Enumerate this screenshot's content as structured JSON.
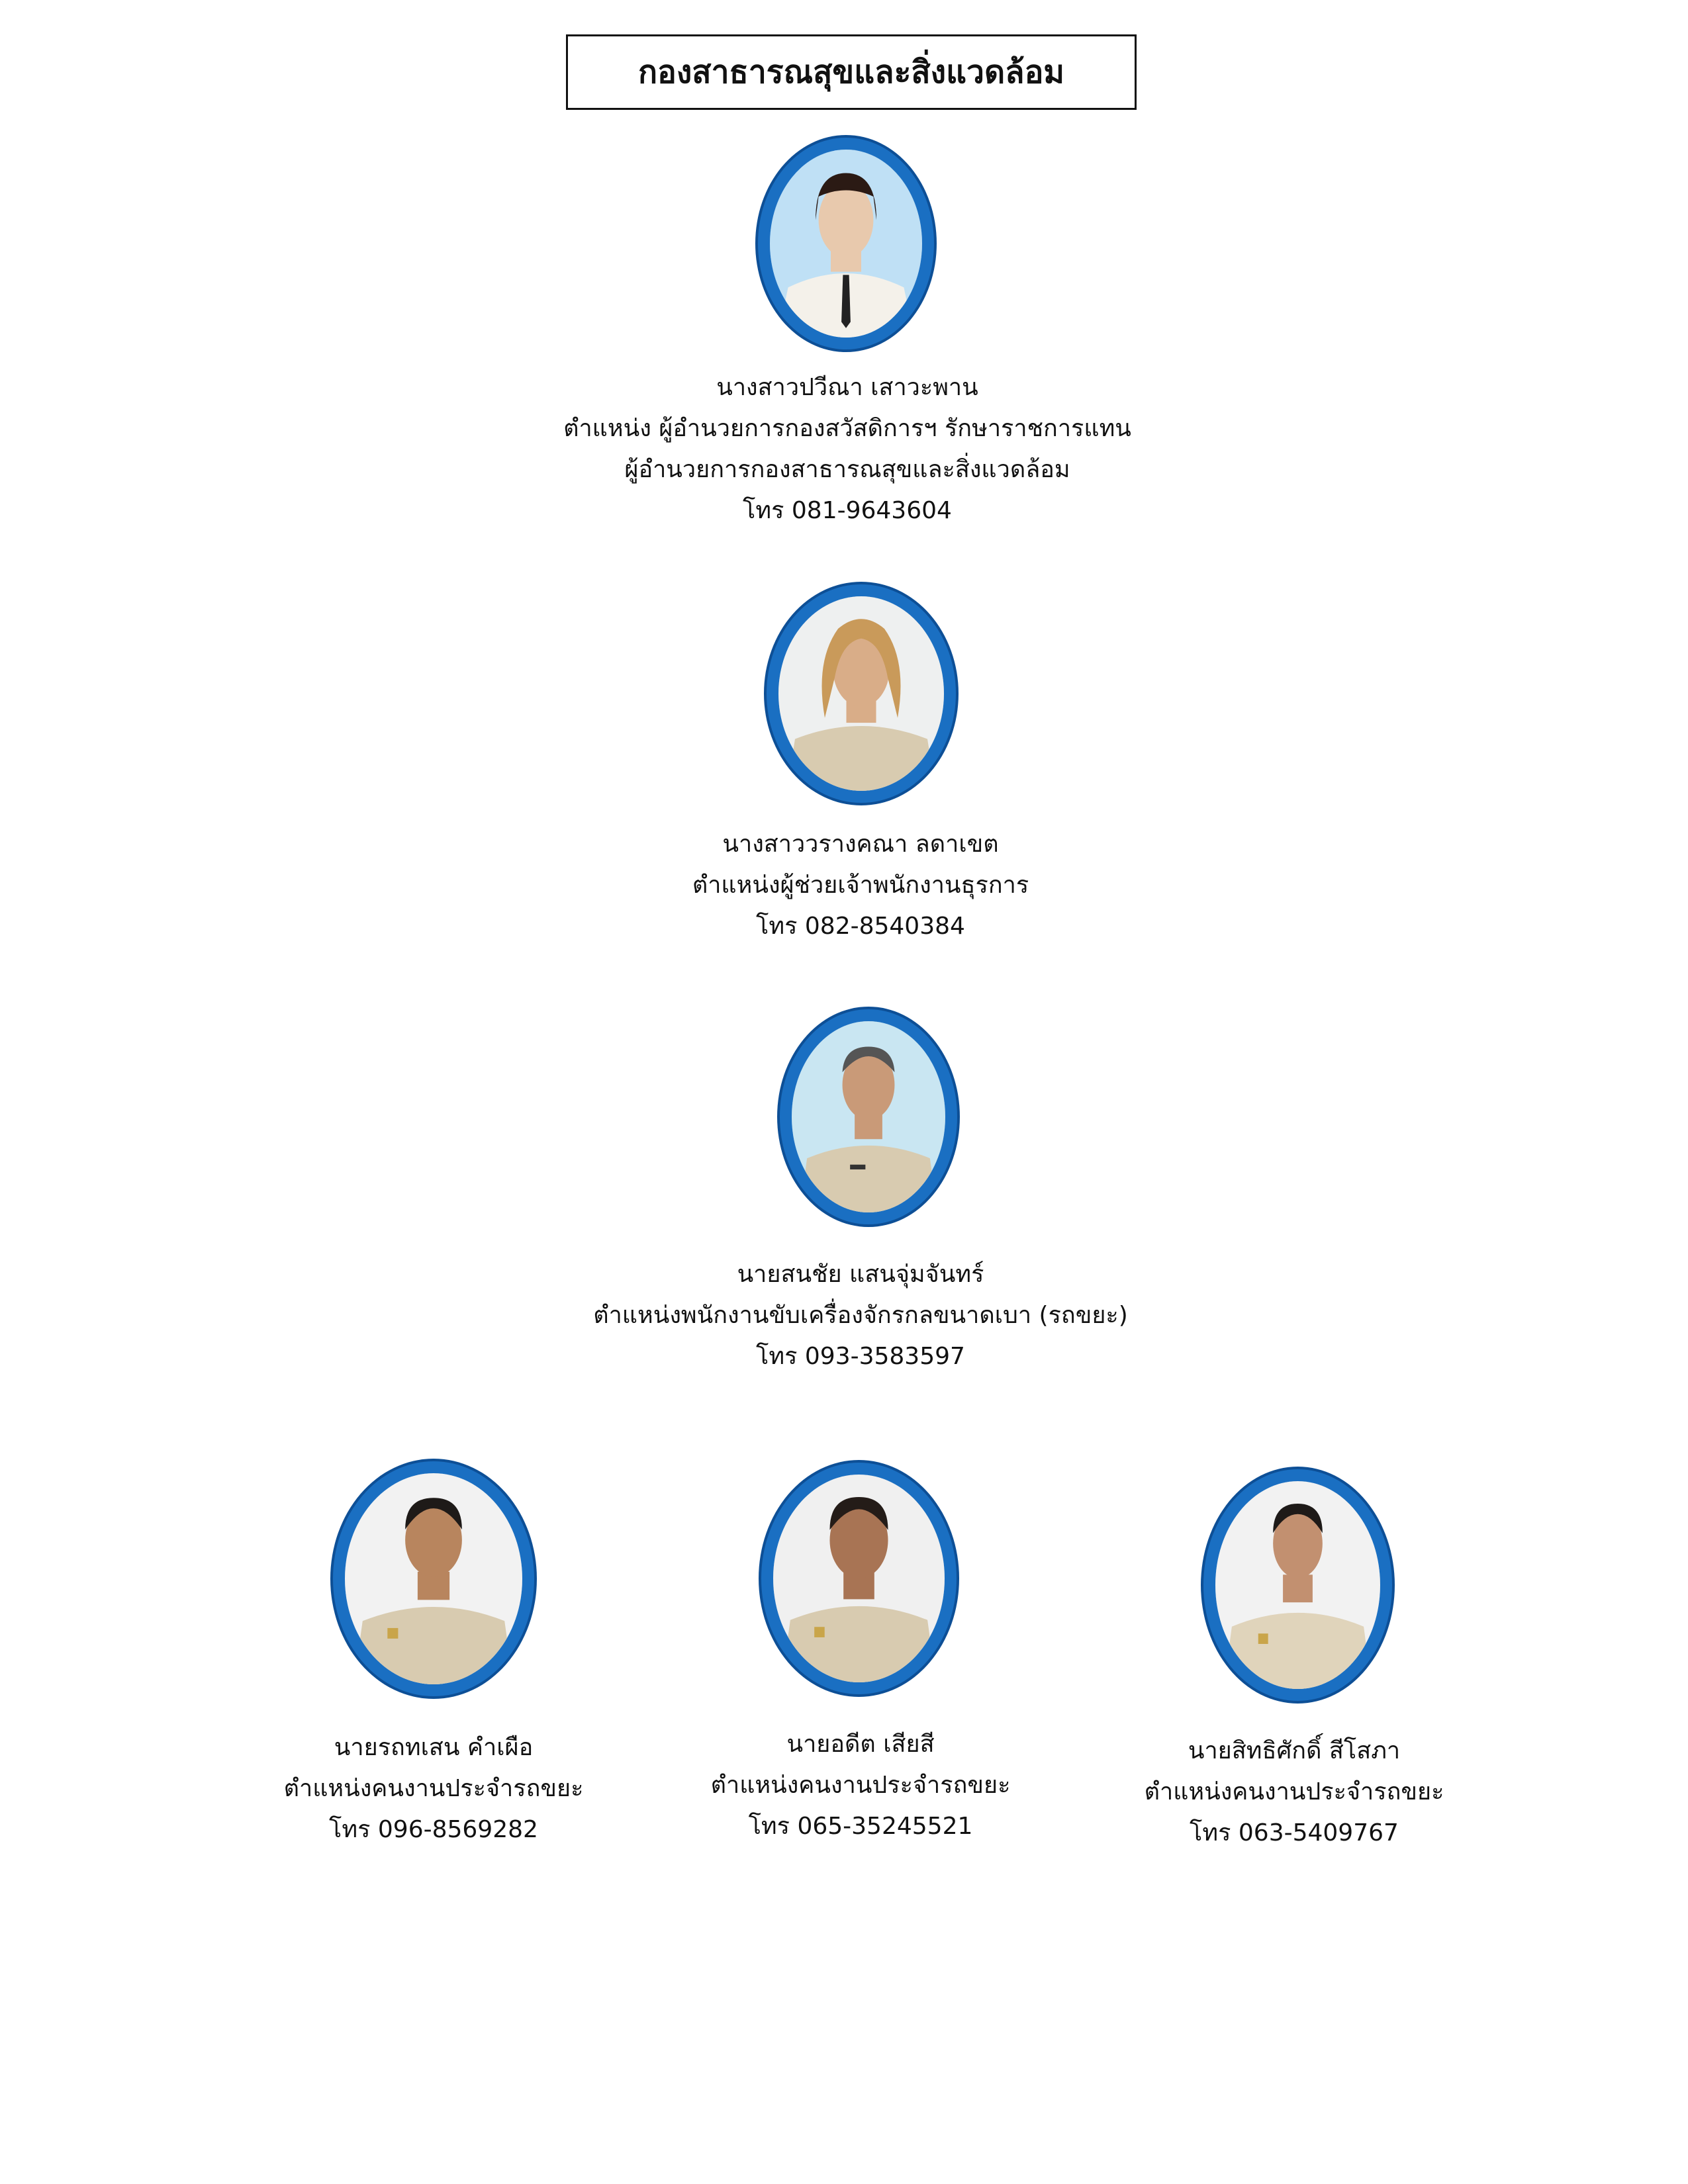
{
  "title": "กองสาธารณสุขและสิ่งแวดล้อม",
  "colors": {
    "frame": "#1a6fc2",
    "frame_edge": "#0d4f96",
    "uniform": "#d8cbb0",
    "background": "#cfe6f5"
  },
  "people": [
    {
      "name": "นางสาวปวีณา  เสาวะพาน",
      "position": "ตำแหน่ง ผู้อำนวยการกองสวัสดิการฯ รักษาราชการแทน",
      "position2": "ผู้อำนวยการกองสาธารณสุขและสิ่งแวดล้อม",
      "phone": "โทร 081-9643604"
    },
    {
      "name": "นางสาววรางคณา  ลดาเขต",
      "position": "ตำแหน่งผู้ช่วยเจ้าพนักงานธุรการ",
      "phone": "โทร 082-8540384"
    },
    {
      "name": "นายสนชัย  แสนจุ่มจันทร์",
      "position": "ตำแหน่งพนักงานขับเครื่องจักรกลขนาดเบา (รถขยะ)",
      "phone": "โทร 093-3583597"
    },
    {
      "name": "นายรถทเสน  คำเผือ",
      "position": "ตำแหน่งคนงานประจำรถขยะ",
      "phone": "โทร 096-8569282"
    },
    {
      "name": "นายอดีต  เสียสี",
      "position": "ตำแหน่งคนงานประจำรถขยะ",
      "phone": "โทร 065-35245521"
    },
    {
      "name": "นายสิทธิศักดิ์  สีโสภา",
      "position": "ตำแหน่งคนงานประจำรถขยะ",
      "phone": "โทร 063-5409767"
    }
  ]
}
